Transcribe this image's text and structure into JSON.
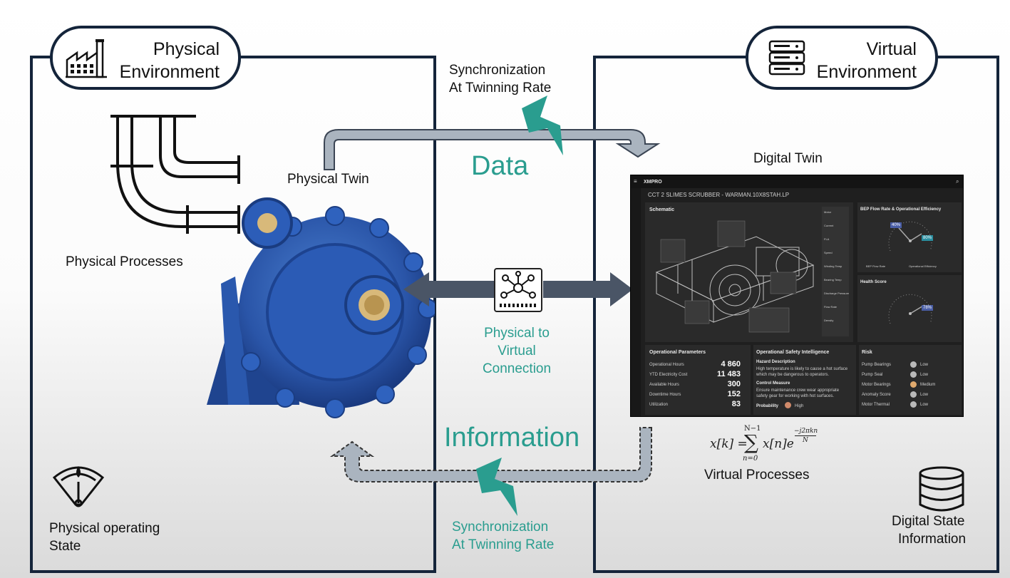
{
  "physical": {
    "title_line1": "Physical",
    "title_line2": "Environment",
    "twin_label": "Physical Twin",
    "processes_label": "Physical Processes",
    "state_line1": "Physical operating",
    "state_line2": "State"
  },
  "virtual": {
    "title_line1": "Virtual",
    "title_line2": "Environment",
    "twin_label": "Digital Twin",
    "processes_label": "Virtual Processes",
    "state_line1": "Digital State",
    "state_line2": "Information"
  },
  "sync_top": {
    "line1": "Synchronization",
    "line2": "At Twinning Rate"
  },
  "sync_bottom": {
    "line1": "Synchronization",
    "line2": "At Twinning Rate"
  },
  "data_label": "Data",
  "information_label": "Information",
  "connection": {
    "line1": "Physical to",
    "line2": "Virtual",
    "line3": "Connection"
  },
  "equation": {
    "lhs": "x[k] =",
    "sum_top": "N−1",
    "sum_bottom": "n=0",
    "term": "x[n]e",
    "exp_num": "−j2πkn",
    "exp_den": "N"
  },
  "dashboard": {
    "brand": "XMPRO",
    "title": "CCT 2 SLIMES SCRUBBER - WARMAN.10X8STAH.LP",
    "schematic": "Schematic",
    "bep_title": "BEP Flow Rate & Operational Efficiency",
    "bep_legend_1": "BEP Flow Rate",
    "bep_legend_2": "Operational Efficiency",
    "health_title": "Health Score",
    "motor_items": [
      "Motor",
      "Current",
      "FLA",
      "Speed",
      "Winding Temp",
      "Bearing Temp",
      "Discharge Pressure",
      "Flow Rate",
      "Density"
    ],
    "ops_title": "Operational Parameters",
    "ops_rows": [
      {
        "label": "Operational Hours",
        "value": "4 860"
      },
      {
        "label": "YTD Electricity Cost",
        "value": "11 483"
      },
      {
        "label": "Available Hours",
        "value": "300"
      },
      {
        "label": "Downtime Hours",
        "value": "152"
      },
      {
        "label": "Utilization",
        "value": "83"
      }
    ],
    "safety_title": "Operational Safety Intelligence",
    "hazard_title": "Hazard Description",
    "hazard_text": "High temperature is likely to cause a hot surface which may be dangerous to operators.",
    "control_title": "Control Measure",
    "control_text": "Ensure maintenance crew wear appropriate safety gear for working with hot surfaces.",
    "probability_label": "Probability",
    "probability_value": "High",
    "risk_title": "Risk",
    "risk_rows": [
      {
        "label": "Pump Bearings",
        "value": "Low",
        "color": "#b9b9b9"
      },
      {
        "label": "Pump Seal",
        "value": "Low",
        "color": "#b9b9b9"
      },
      {
        "label": "Motor Bearings",
        "value": "Medium",
        "color": "#e0a96d"
      },
      {
        "label": "Anomaly Score",
        "value": "Low",
        "color": "#b9b9b9"
      },
      {
        "label": "Motor Thermal",
        "value": "Low",
        "color": "#b9b9b9"
      }
    ],
    "gauge_pct_1": "40%",
    "gauge_pct_2": "80%",
    "health_pct": "78%"
  },
  "colors": {
    "navy": "#14243a",
    "teal": "#2a9d8f",
    "arrow_fill": "#aab4bf",
    "arrow_dark": "#4a5566"
  }
}
